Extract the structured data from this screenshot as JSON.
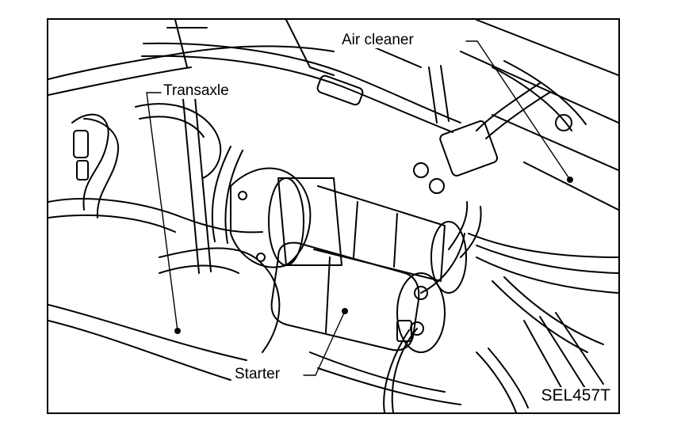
{
  "labels": {
    "air_cleaner": "Air cleaner",
    "transaxle": "Transaxle",
    "starter": "Starter"
  },
  "figure_code": "SEL457T",
  "colors": {
    "ink": "#000000",
    "paper": "#ffffff"
  }
}
